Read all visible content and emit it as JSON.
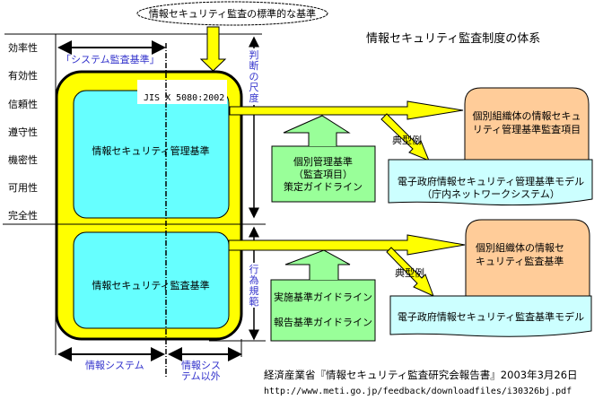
{
  "header": {
    "standard_ellipse": "情報セキュリティ監査の標準的な基準",
    "title": "情報セキュリティ監査制度の体系"
  },
  "criteria": [
    "効率性",
    "有効性",
    "信頼性",
    "遵守性",
    "機密性",
    "可用性",
    "完全性"
  ],
  "system_audit_label": "「システム監査基準」",
  "jis_label": "JIS X 5080:2002",
  "management_standard": "情報セキュリティ管理基準",
  "audit_standard": "情報セキュリティ監査基準",
  "judgement_scale": [
    "判",
    "断",
    "の",
    "尺",
    "度"
  ],
  "code_of_conduct": [
    "行",
    "為",
    "規",
    "範"
  ],
  "bottom": {
    "info_system": "情報システム",
    "non_info_system": [
      "情報シス",
      "テム以外"
    ]
  },
  "green_top": [
    "個別管理基準",
    "（監査項目）",
    "策定ガイドライン"
  ],
  "green_bottom": [
    "実施基準ガイドライン",
    "報告基準ガイドライン"
  ],
  "orange_top": [
    "個別組織体の情報セキュ",
    "リティ管理基準監査項目"
  ],
  "orange_bottom": [
    "個別組織体の情報セ",
    "キュリティ監査基準"
  ],
  "typical_example": "典型例",
  "cyan_top": [
    "電子政府情報セキュリティ管理基準モデル",
    "（庁内ネットワークシステム）"
  ],
  "cyan_bottom": "電子政府情報セキュリティ監査基準モデル",
  "footer": {
    "source": "経済産業省『情報セキュリティ監査研究会報告書』2003年3月26日",
    "url": "http://www.meti.go.jp/feedback/downloadfiles/i30326bj.pdf"
  },
  "colors": {
    "yellow": "#ffff00",
    "cyan": "#66ffff",
    "light_cyan": "#ccffff",
    "green": "#99ff99",
    "orange": "#ffcc99",
    "blue_text": "#3333cc"
  }
}
